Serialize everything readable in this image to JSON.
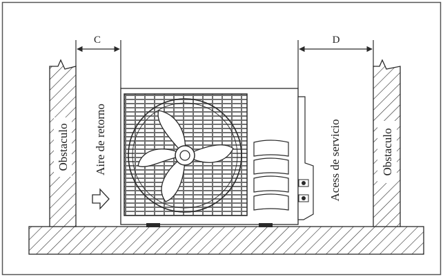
{
  "dimensions": {
    "left": "C",
    "right": "D"
  },
  "labels": {
    "left_obstacle": "Obstaculo",
    "return_air": "Aire de retorno",
    "service_access": "Acess de servicio",
    "right_obstacle": "Obstaculo"
  },
  "colors": {
    "line": "#2a2a2a",
    "border": "#555555",
    "background": "#ffffff"
  },
  "icons": {
    "airflow": "arrow-right-outline",
    "fan": "propeller-fan"
  }
}
